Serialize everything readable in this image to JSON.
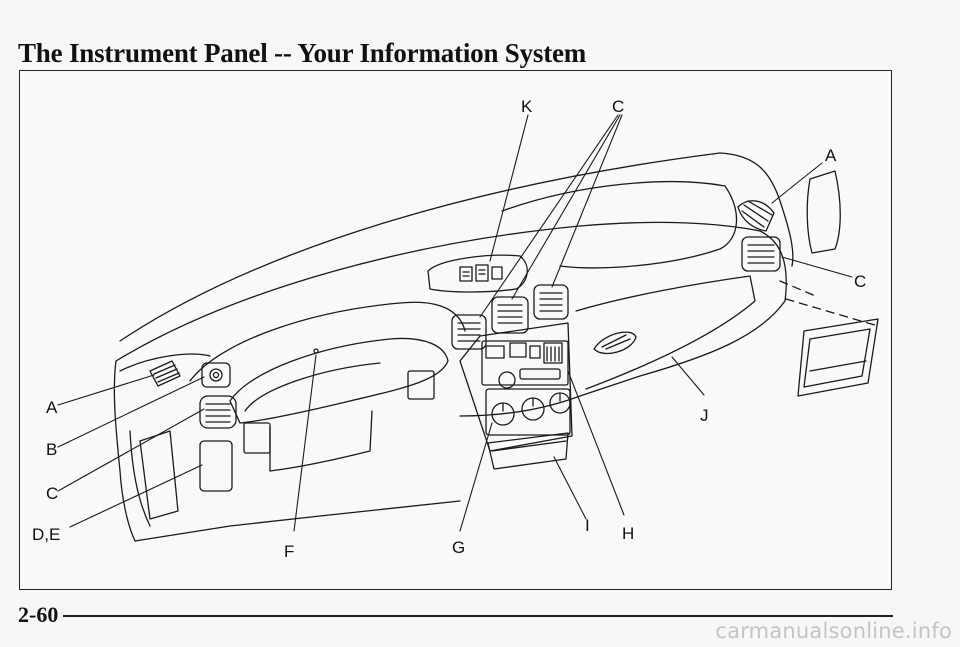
{
  "page": {
    "title": "The Instrument Panel -- Your Information System",
    "page_number": "2-60",
    "watermark": "carmanualsonline.info"
  },
  "figure": {
    "callouts": {
      "K": "K",
      "C_top": "C",
      "A_right": "A",
      "C_right": "C",
      "A_left": "A",
      "B": "B",
      "C_left": "C",
      "DE": "D,E",
      "F": "F",
      "G": "G",
      "I": "I",
      "H": "H",
      "J": "J"
    }
  }
}
